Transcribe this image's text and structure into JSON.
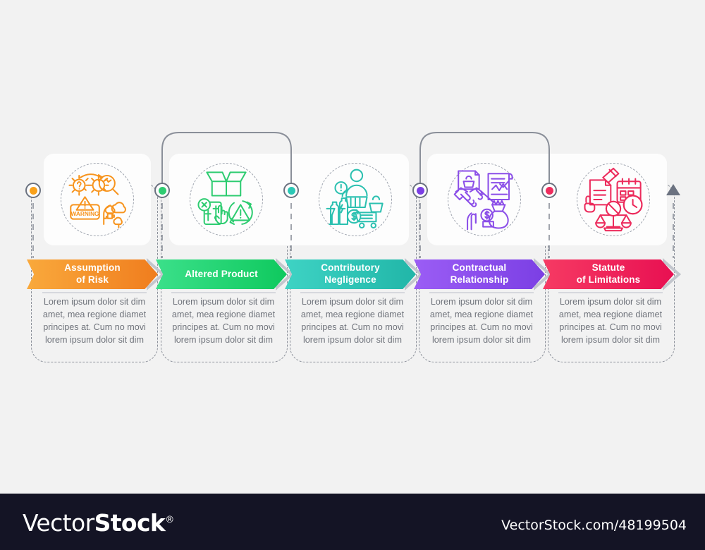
{
  "canvas": {
    "background": "#f2f2f2"
  },
  "steps": [
    {
      "title_line1": "Assumption",
      "title_line2": "of Risk",
      "color": "#F7941E",
      "color_dark": "#F47B20",
      "dot_color": "#F9A11B",
      "description": "Lorem ipsum dolor sit dim amet, mea regione diamet principes at. Cum no movi lorem ipsum dolor sit dim",
      "icon_name": "warning-risk-assessment-icon"
    },
    {
      "title_line1": "Altered Product",
      "title_line2": "",
      "color": "#2ECC71",
      "color_dark": "#00C853",
      "dot_color": "#2ECC71",
      "description": "Lorem ipsum dolor sit dim amet, mea regione diamet principes at. Cum no movi lorem ipsum dolor sit dim",
      "icon_name": "altered-package-icon"
    },
    {
      "title_line1": "Contributory",
      "title_line2": "Negligence",
      "color": "#2BC0B0",
      "color_dark": "#26BFA6",
      "dot_color": "#2BC8B6",
      "description": "Lorem ipsum dolor sit dim amet, mea regione diamet principes at. Cum no movi lorem ipsum dolor sit dim",
      "icon_name": "consumer-negligence-icon"
    },
    {
      "title_line1": "Contractual",
      "title_line2": "Relationship",
      "color": "#8B4EE8",
      "color_dark": "#7C3AED",
      "dot_color": "#7B3FE4",
      "description": "Lorem ipsum dolor sit dim amet, mea regione diamet principes at. Cum no movi lorem ipsum dolor sit dim",
      "icon_name": "handshake-contract-icon"
    },
    {
      "title_line1": "Statute",
      "title_line2": "of Limitations",
      "color": "#EC2A5B",
      "color_dark": "#E81E50",
      "dot_color": "#EE2D5E",
      "description": "Lorem ipsum dolor sit dim amet, mea regione diamet principes at. Cum no movi lorem ipsum dolor sit dim",
      "icon_name": "legal-deadline-icon"
    }
  ],
  "footer": {
    "logo_light": "Vector",
    "logo_bold": "Stock",
    "logo_mark": "®",
    "url": "VectorStock.com/48199504",
    "background": "#141425"
  }
}
